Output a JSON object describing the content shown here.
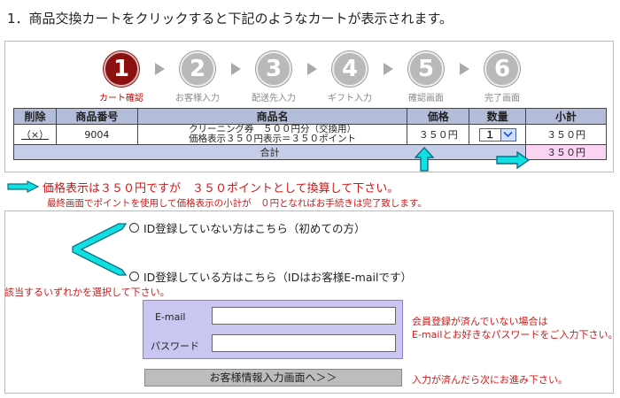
{
  "intro": "1．商品交換カートをクリックすると下記のようなカートが表示されます。",
  "steps": [
    {
      "num": "1",
      "label": "カート確認"
    },
    {
      "num": "2",
      "label": "お客様入力"
    },
    {
      "num": "3",
      "label": "配送先入力"
    },
    {
      "num": "4",
      "label": "ギフト入力"
    },
    {
      "num": "5",
      "label": "確認画面"
    },
    {
      "num": "6",
      "label": "完了画面"
    }
  ],
  "cart": {
    "headers": [
      "削除",
      "商品番号",
      "商品名",
      "価格",
      "数量",
      "小計"
    ],
    "row": {
      "delete": "（×）",
      "number": "9004",
      "name_line1": "クリーニング券　５００円分（交換用）",
      "name_line2": "価格表示３５０円表示＝３５０ポイント",
      "price": "３５０円",
      "qty": "１",
      "subtotal": "３５０円"
    },
    "total_label": "合計",
    "total_value": "３５０円"
  },
  "notes": {
    "price_note": "価格表示は３５０円ですが　３５０ポイントとして換算して下さい。",
    "final_note": "最終画面でポイントを使用して価格表示の小計が　０円となればお手続きは完了致します。"
  },
  "login": {
    "option_new": "ID登録していない方はこちら（初めての方）",
    "option_member": "ID登録している方はこちら（IDはお客様E-mailです）",
    "select_hint": "該当するいずれかを選択して下さい。",
    "email_label": "E-mail",
    "email_value": "",
    "password_label": "パスワード",
    "password_value": "",
    "member_note_line1": "会員登録が済んでいない場合は",
    "member_note_line2": "E-mailとお好きなパスワードをご入力下さい。",
    "submit_label": "お客様情報入力画面へ＞＞",
    "submit_note": "入力が済んだら次にお進み下さい。"
  },
  "colors": {
    "active_step": "#8c1010",
    "inactive_step": "#b9b9b9",
    "arrow_cyan": "#10e0e0",
    "note_red": "#d01818",
    "form_panel": "#c9c6f1"
  }
}
